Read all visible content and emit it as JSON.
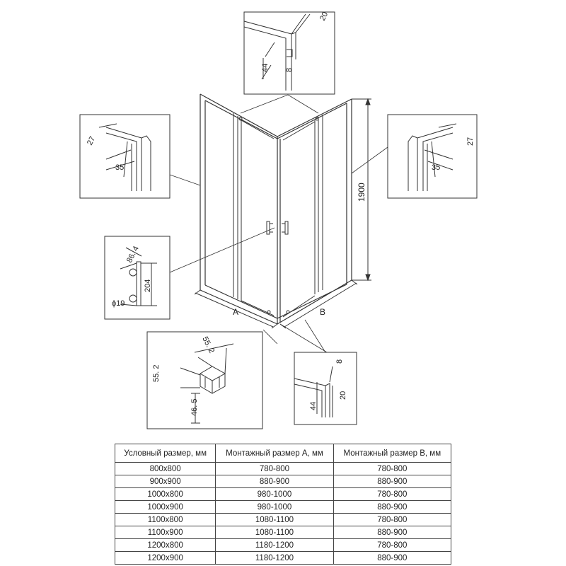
{
  "diagram": {
    "height_label": "1900",
    "side_a_label": "A",
    "side_b_label": "B",
    "details": {
      "top_profile": {
        "dims": [
          "20",
          "44",
          "8"
        ]
      },
      "left_profile": {
        "dims": [
          "27",
          "35"
        ]
      },
      "right_profile": {
        "dims": [
          "27",
          "35"
        ]
      },
      "handle": {
        "dims": [
          "86. 4",
          "204",
          "ϕ19"
        ]
      },
      "corner_connector": {
        "dims": [
          "55. 2",
          "55. 2",
          "46. 5"
        ]
      },
      "bottom_profile": {
        "dims": [
          "8",
          "44",
          "20"
        ]
      }
    }
  },
  "table": {
    "headers": [
      "Условный размер, мм",
      "Монтажный размер А, мм",
      "Монтажный размер В, мм"
    ],
    "rows": [
      [
        "800x800",
        "780-800",
        "780-800"
      ],
      [
        "900x900",
        "880-900",
        "880-900"
      ],
      [
        "1000x800",
        "980-1000",
        "780-800"
      ],
      [
        "1000x900",
        "980-1000",
        "880-900"
      ],
      [
        "1100x800",
        "1080-1100",
        "780-800"
      ],
      [
        "1100x900",
        "1080-1100",
        "880-900"
      ],
      [
        "1200x800",
        "1180-1200",
        "780-800"
      ],
      [
        "1200x900",
        "1180-1200",
        "880-900"
      ]
    ]
  }
}
